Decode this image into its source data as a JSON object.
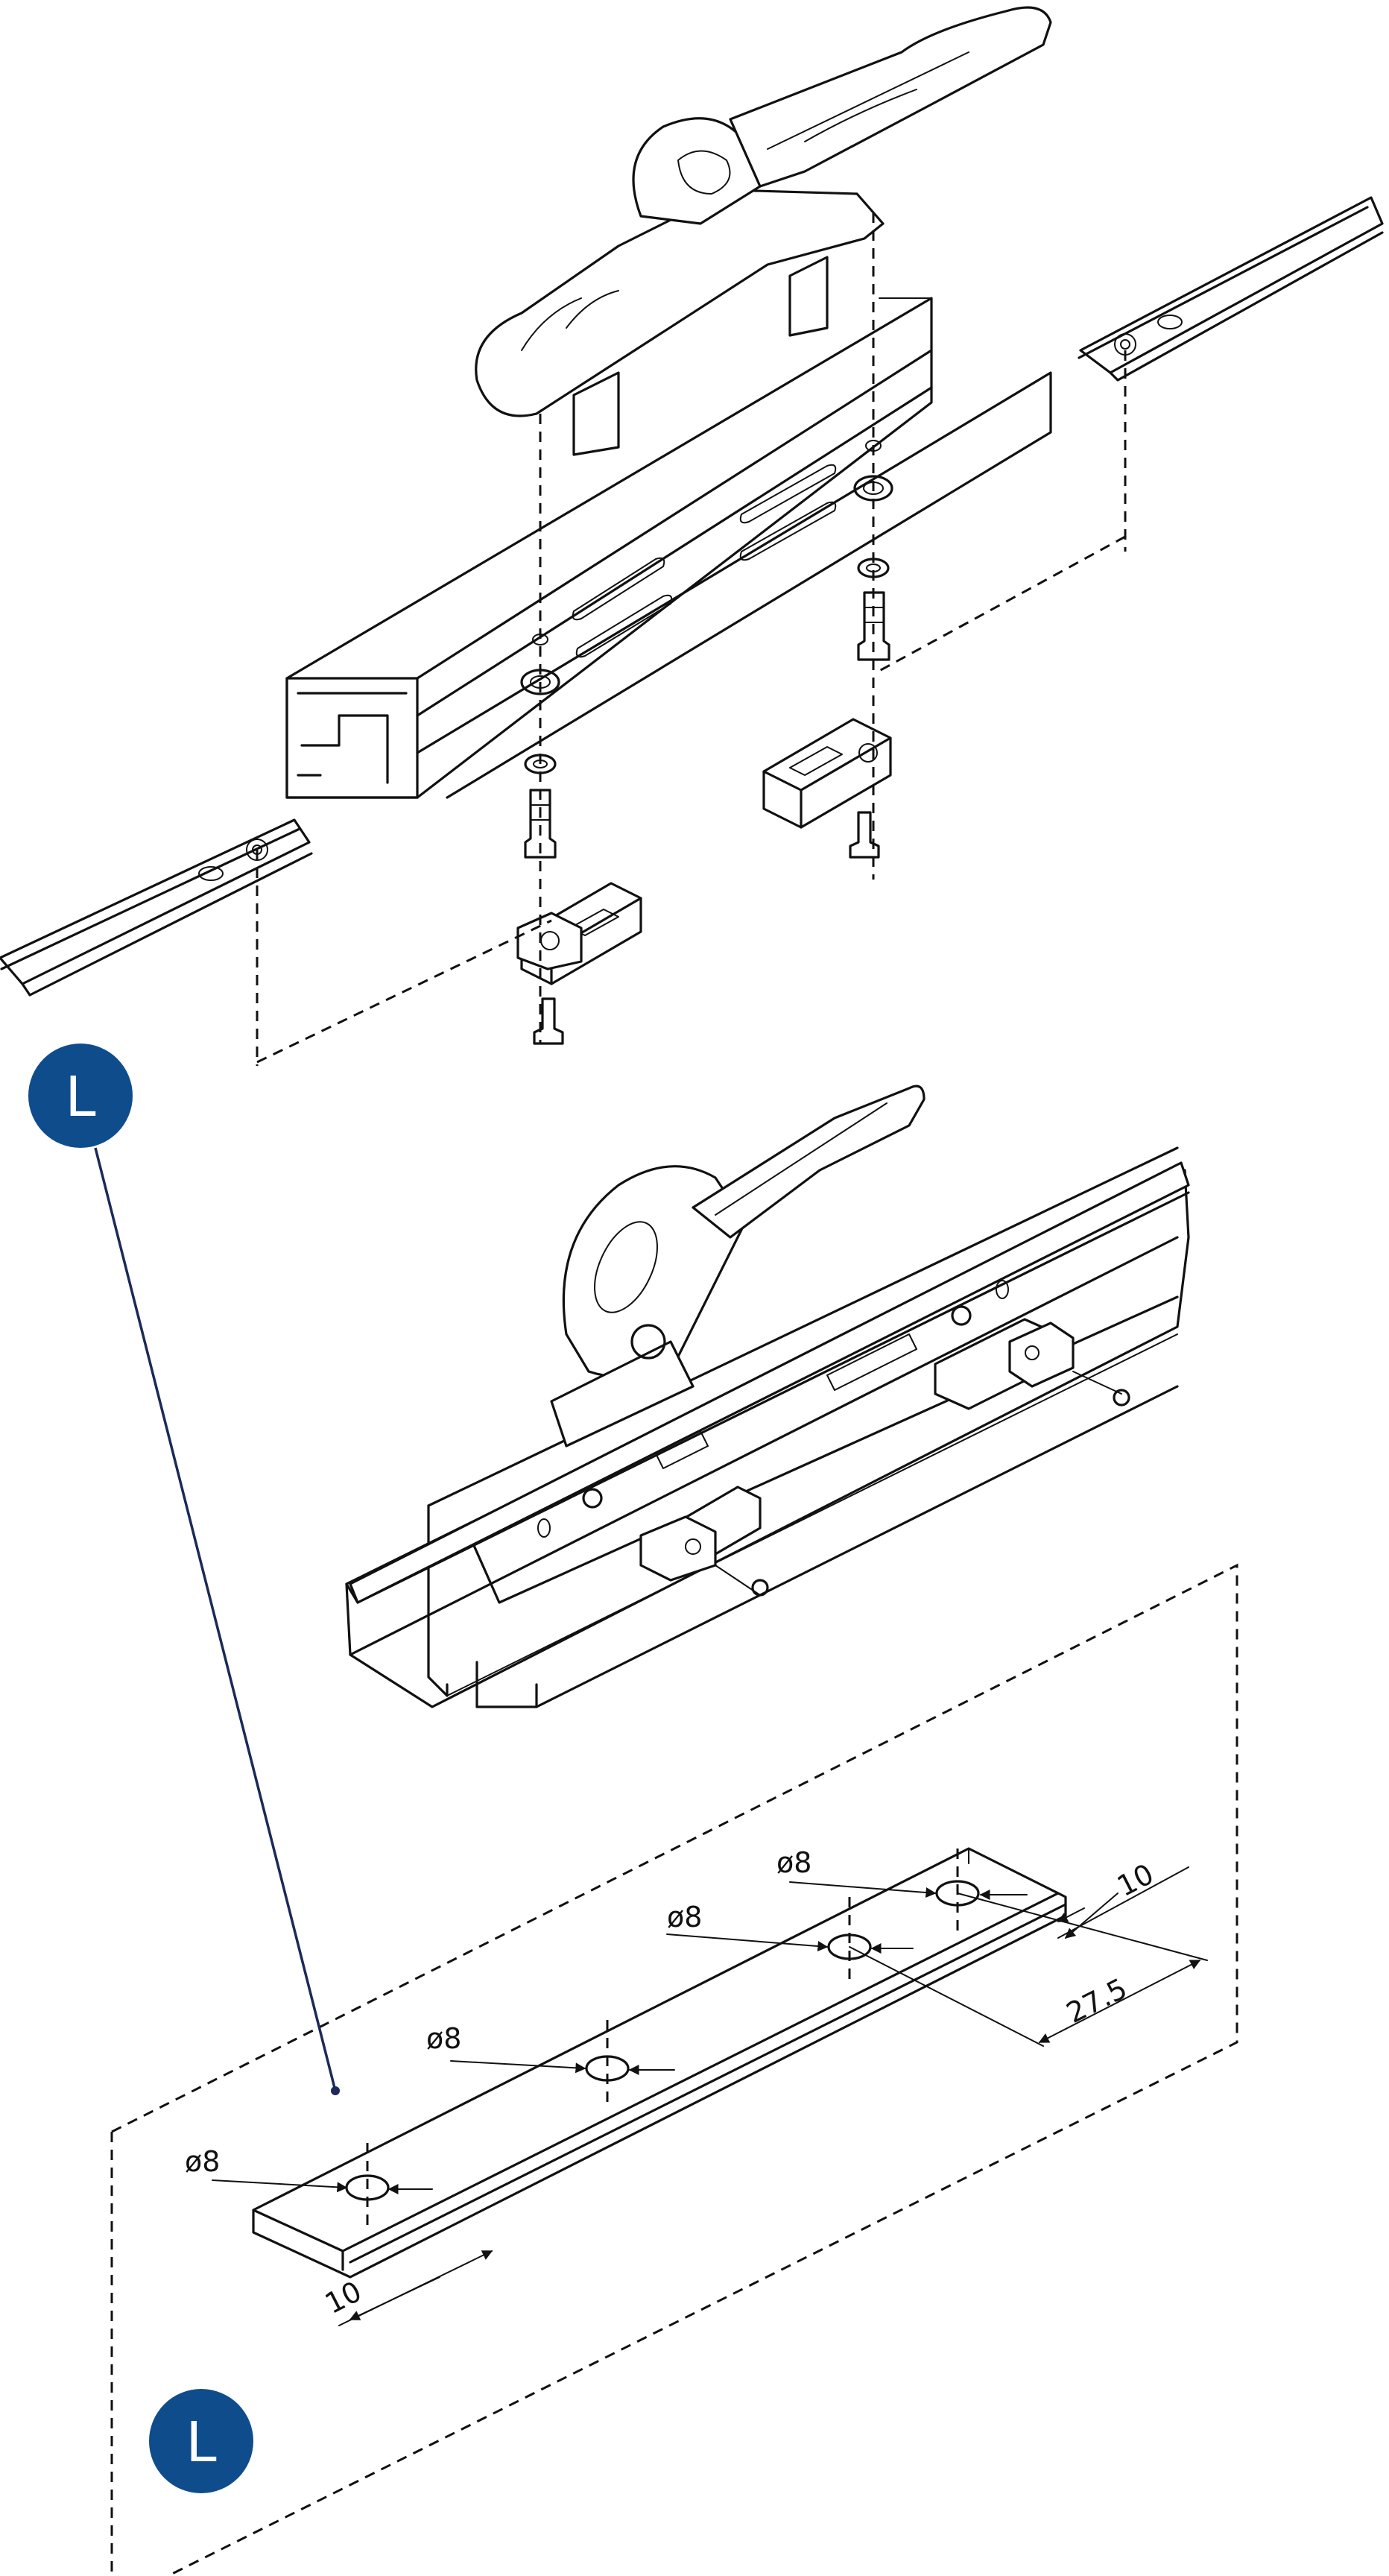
{
  "colors": {
    "line": "#111111",
    "badge": "#0f4c8c",
    "leader": "#1b2a57",
    "background": "#ffffff"
  },
  "callouts": [
    {
      "letter": "L"
    },
    {
      "letter": "L"
    }
  ],
  "dimensions": {
    "hole_1": "ø8",
    "hole_2": "ø8",
    "hole_3": "ø8",
    "hole_4": "ø8",
    "edge_left": "10",
    "edge_right": "10",
    "spacing": "27.5"
  }
}
